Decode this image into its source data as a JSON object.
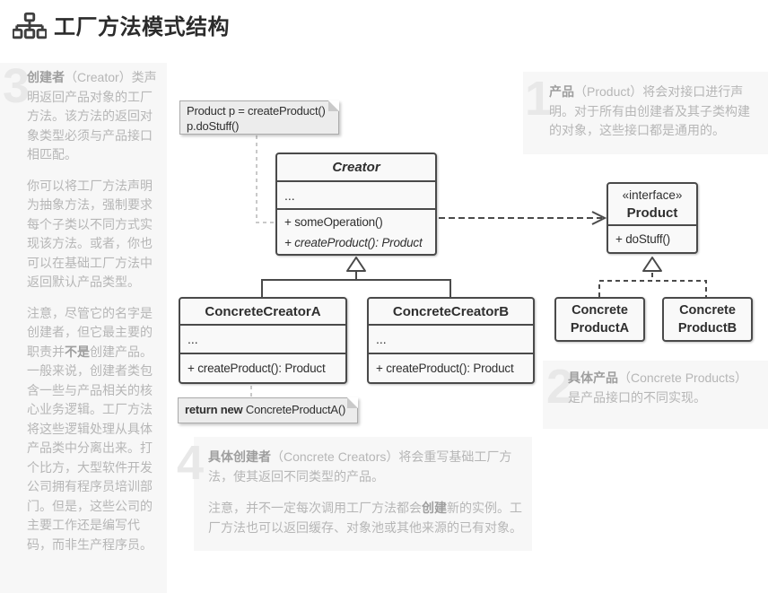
{
  "title": {
    "icon": "sitemap-icon",
    "text": "工厂方法模式结构"
  },
  "colors": {
    "line_dark": "#4a4a4a",
    "note_connector": "#c9c9c9",
    "annotation_bg": "#f7f7f7",
    "annotation_text": "#b6b6b6",
    "annotation_term": "#9e9e9e",
    "annotation_number": "#e8e8e8",
    "class_box_bg": "#f9f9f9",
    "note_bg": "#ececec",
    "title_text": "#2b2b2b"
  },
  "annotations": {
    "a1": {
      "num": "1",
      "term": "产品",
      "rest": "（Product）将会对接口进行声明。对于所有由创建者及其子类构建的对象，这些接口都是通用的。"
    },
    "a2": {
      "num": "2",
      "term": "具体产品",
      "rest": "（Concrete Products）是产品接口的不同实现。"
    },
    "a3": {
      "num": "3",
      "term": "创建者",
      "p1_rest": "（Creator）类声明返回产品对象的工厂方法。该方法的返回对象类型必须与产品接口相匹配。",
      "p2": "你可以将工厂方法声明为抽象方法，强制要求每个子类以不同方式实现该方法。或者，你也可以在基础工厂方法中返回默认产品类型。",
      "p3a": "注意，尽管它的名字是创建者，但它最主要的职责并",
      "p3_bold": "不是",
      "p3b": "创建产品。一般来说，创建者类包含一些与产品相关的核心业务逻辑。工厂方法将这些逻辑处理从具体产品类中分离出来。打个比方，大型软件开发公司拥有程序员培训部门。但是，这些公司的主要工作还是编写代码，而非生产程序员。"
    },
    "a4": {
      "num": "4",
      "term": "具体创建者",
      "p1_rest": "（Concrete Creators）将会重写基础工厂方法，使其返回不同类型的产品。",
      "p2a": "注意，并不一定每次调用工厂方法都会",
      "p2_bold": "创建",
      "p2b": "新的实例。工厂方法也可以返回缓存、对象池或其他来源的已有对象。"
    }
  },
  "diagram": {
    "note_call": {
      "line1": "Product p = createProduct()",
      "line2": "p.doStuff()"
    },
    "creator": {
      "name": "Creator",
      "ellipsis": "...",
      "method1": "+ someOperation()",
      "method2": "+ createProduct(): Product"
    },
    "product": {
      "stereotype": "«interface»",
      "name": "Product",
      "method1": "+ doStuff()"
    },
    "creator_a": {
      "name": "ConcreteCreatorA",
      "ellipsis": "...",
      "method1": "+ createProduct(): Product"
    },
    "creator_b": {
      "name": "ConcreteCreatorB",
      "ellipsis": "...",
      "method1": "+ createProduct(): Product"
    },
    "product_a": {
      "line1": "Concrete",
      "line2": "ProductA"
    },
    "product_b": {
      "line1": "Concrete",
      "line2": "ProductB"
    },
    "note_return": {
      "keyword": "return new",
      "rest": " ConcreteProductA()"
    }
  }
}
